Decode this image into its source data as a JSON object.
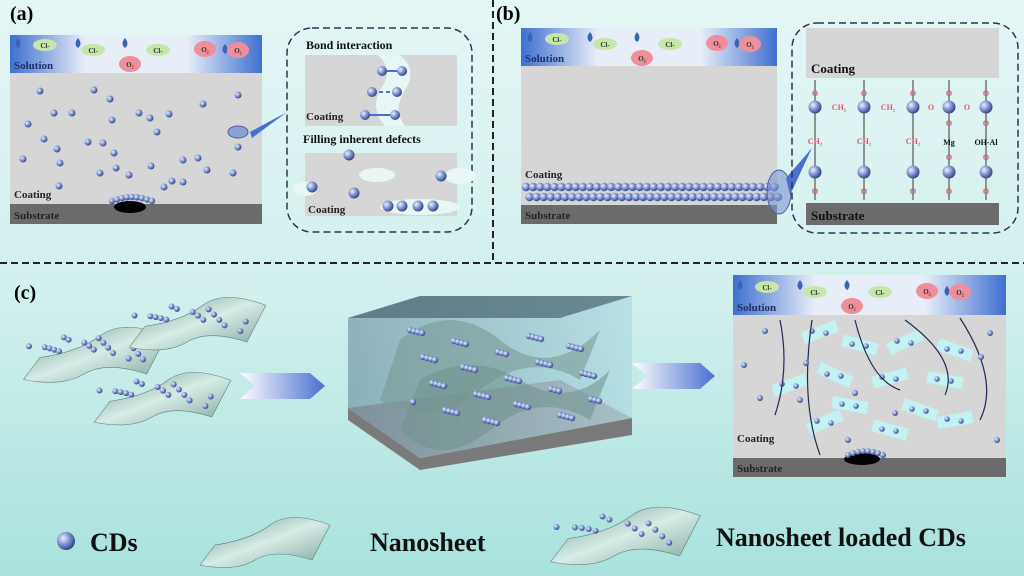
{
  "panels": {
    "a": {
      "label": "(a)",
      "solution": "Solution",
      "coating": "Coating",
      "substrate": "Substrate",
      "ions": {
        "chloride": "Cl-",
        "oxygen": "O₂"
      },
      "inset": {
        "title1": "Bond interaction",
        "coating1": "Coating",
        "title2": "Filling inherent defects",
        "coating2": "Coating"
      }
    },
    "b": {
      "label": "(b)",
      "solution": "Solution",
      "coating": "Coating",
      "substrate": "Substrate",
      "inset": {
        "coating": "Coating",
        "substrate": "Substrate",
        "oxygen": "O",
        "ch2": "CH₂",
        "mg": "Mg",
        "ohal": "OH-Al"
      }
    },
    "c": {
      "label": "(c)",
      "solution": "Solution",
      "coating": "Coating",
      "substrate": "Substrate"
    }
  },
  "legend": {
    "cds": "CDs",
    "nanosheet": "Nanosheet",
    "loaded": "Nanosheet loaded CDs"
  },
  "colors": {
    "solution": "#3f6fcf",
    "coating": "#d6d6d6",
    "substrate": "#6b6b6b",
    "sphere": "#6d84c4",
    "chloride": "#c8e6a8",
    "oxygen": "#ef8f9a",
    "ch2": "#e0566a",
    "background": "#cdeeed"
  }
}
